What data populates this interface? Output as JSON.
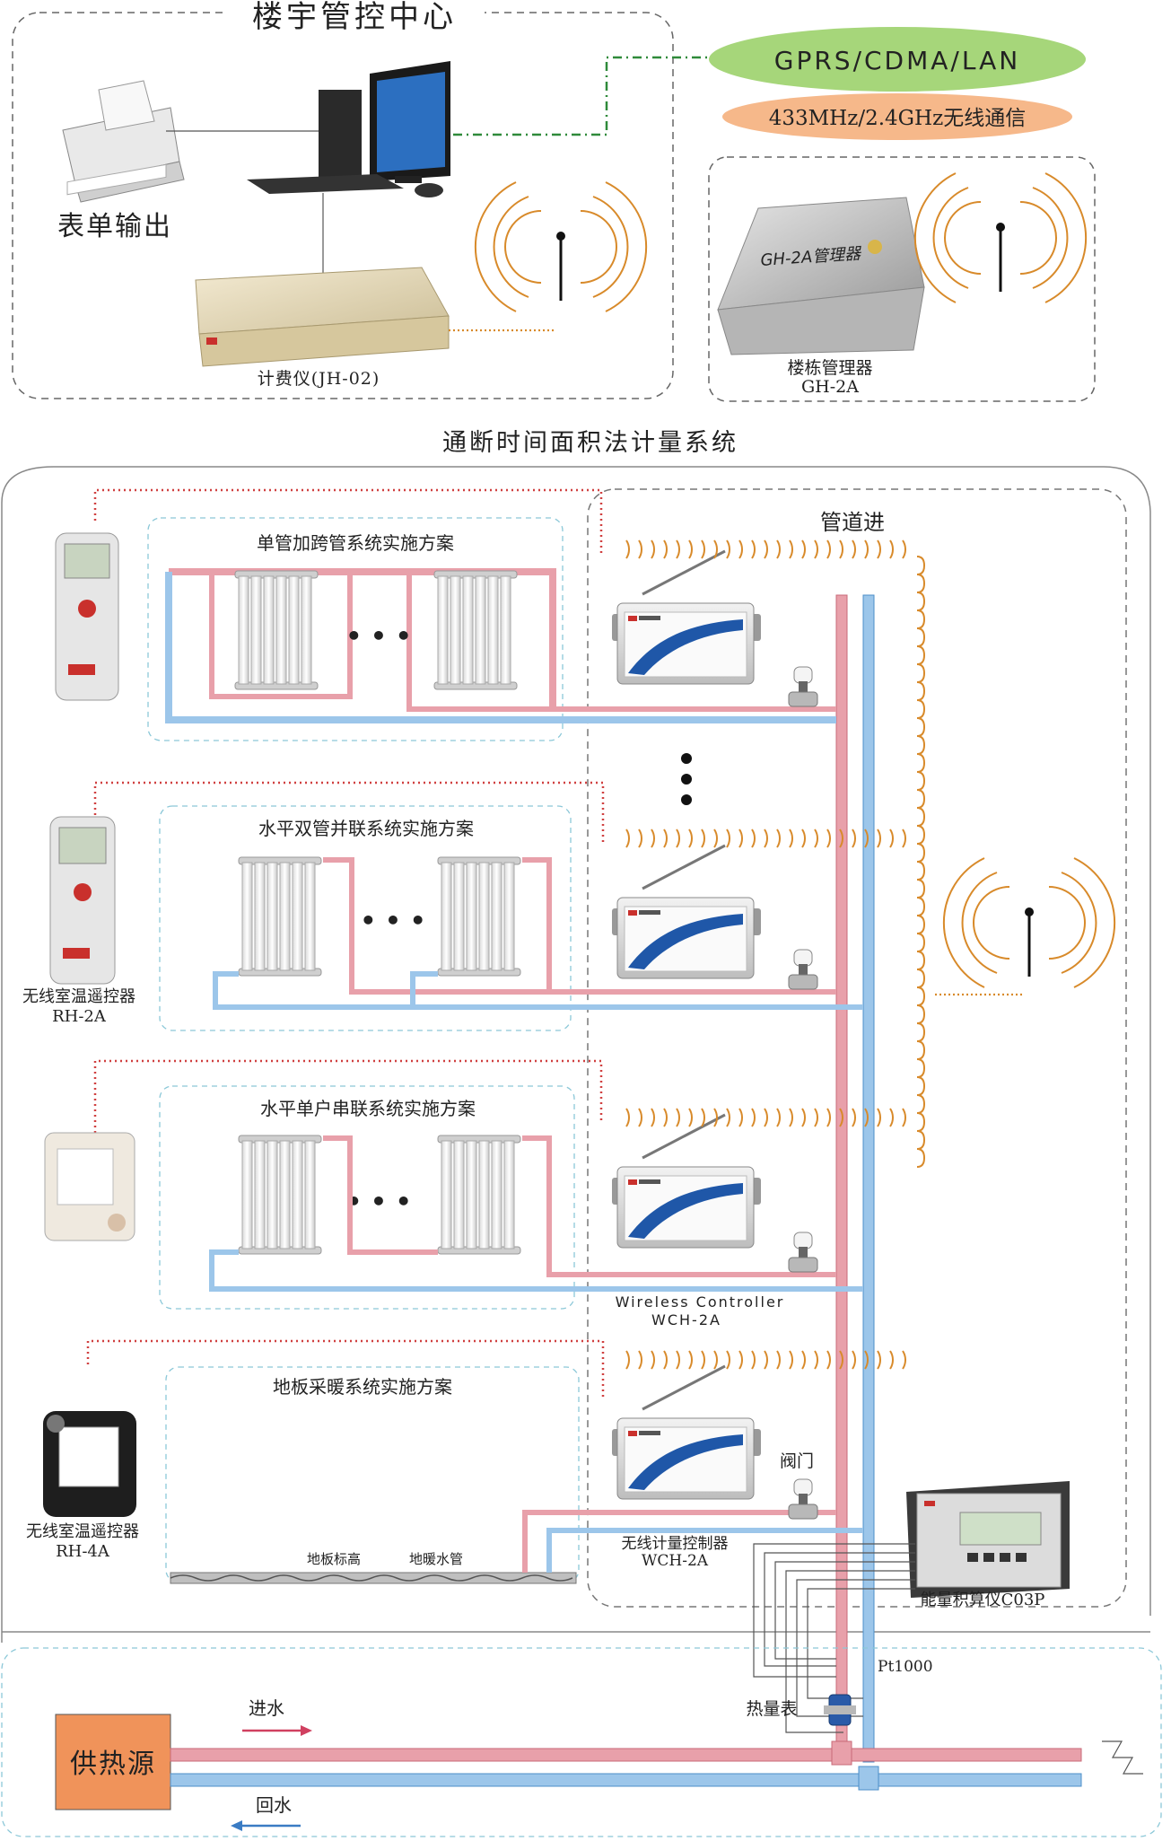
{
  "control_center": {
    "title": "楼宇管控中心",
    "printer_label": "表单输出",
    "meter_label": "计费仪(JH-02)"
  },
  "network": {
    "gprs_label": "GPRS/CDMA/LAN",
    "wireless_label": "433MHz/2.4GHz无线通信"
  },
  "building_manager": {
    "device_text": "GH-2A管理器",
    "label_1": "楼栋管理器",
    "label_2": "GH-2A"
  },
  "system_title": "通断时间面积法计量系统",
  "pipe_in_label": "管道进",
  "schemes": [
    {
      "title": "单管加跨管系统实施方案"
    },
    {
      "title": "水平双管并联系统实施方案"
    },
    {
      "title": "水平单户串联系统实施方案"
    },
    {
      "title": "地板采暖系统实施方案"
    }
  ],
  "remote_rh2a": {
    "label_1": "无线室温遥控器",
    "label_2": "RH-2A"
  },
  "remote_rh4a": {
    "label_1": "无线室温遥控器",
    "label_2": "RH-4A"
  },
  "wireless_controller": {
    "label_1": "Wireless Controller",
    "label_2": "WCH-2A"
  },
  "metering_controller": {
    "label_1": "无线计量控制器",
    "label_2": "WCH-2A"
  },
  "valve_label": "阀门",
  "energy_calc_label": "能量积算仪C03P",
  "pt1000_label": "Pt1000",
  "heat_meter_label": "热量表",
  "floor": {
    "level_label": "地板标高",
    "pipe_label": "地暖水管"
  },
  "heat_source_label": "供热源",
  "water_in_label": "进水",
  "water_return_label": "回水",
  "dots": "• • •",
  "colors": {
    "supply": "#d8808e",
    "return": "#6fa9d8",
    "signal_red": "#d04040",
    "signal_orange": "#d88a2a",
    "green_link": "#2f8a3a",
    "gprs_fill": "#a6d67a",
    "wireless_fill": "#f6b88a",
    "source_fill": "#f0935a"
  }
}
